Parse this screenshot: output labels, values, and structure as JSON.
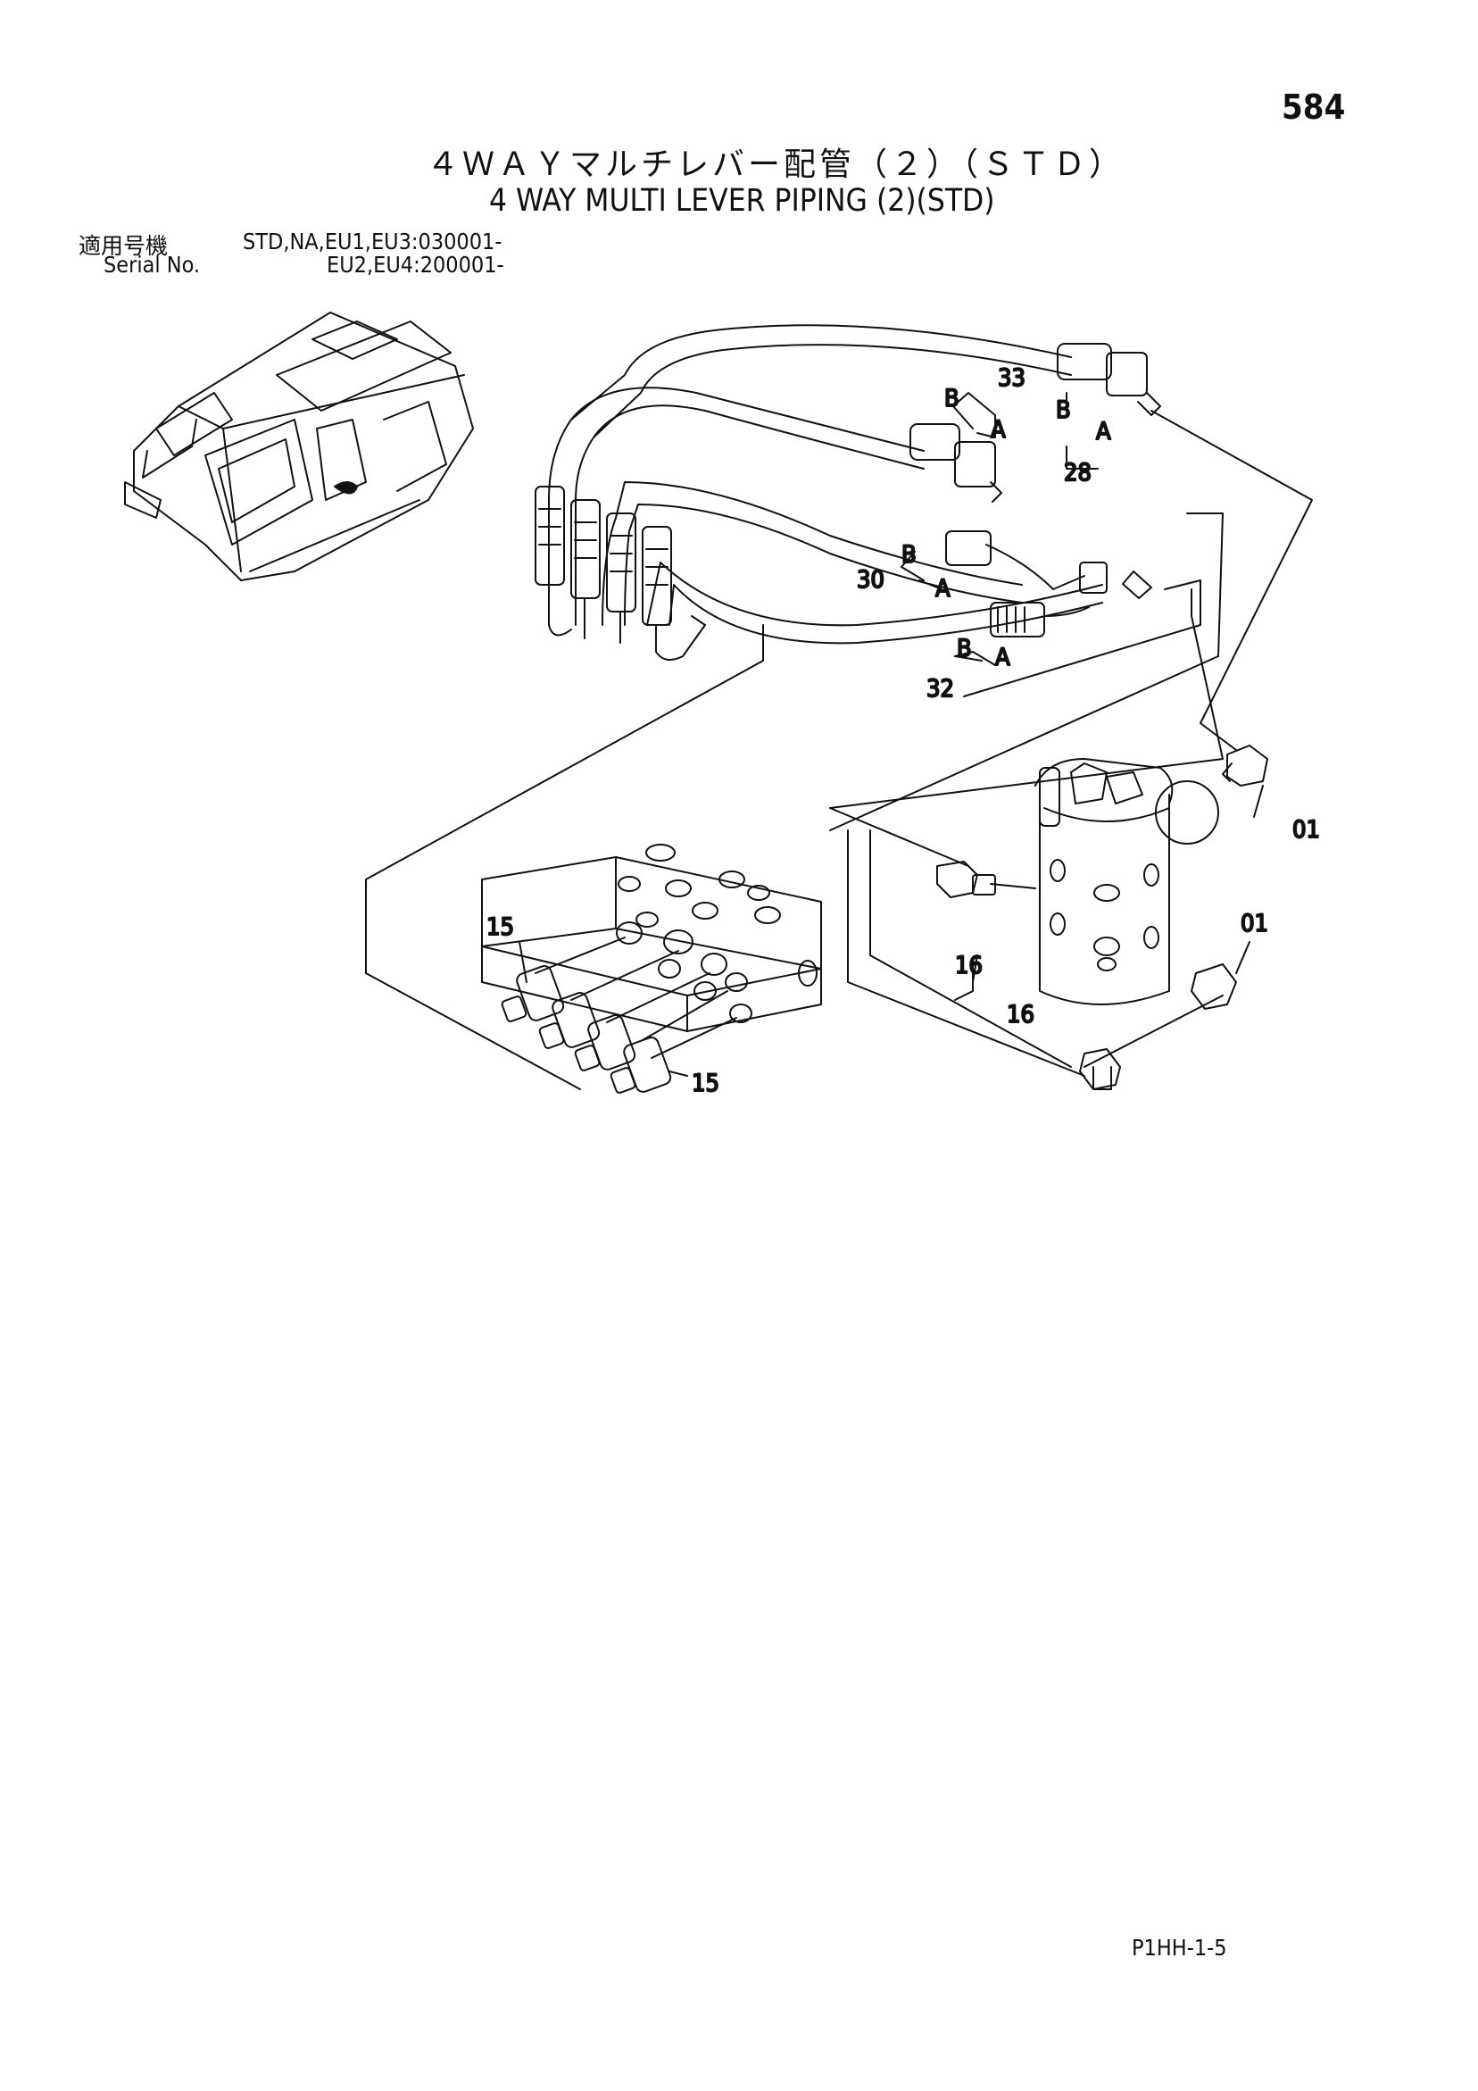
{
  "page_number": "584",
  "title_jp": "４ＷＡＹマルチレバー配管（２）（ＳＴＤ）",
  "title_en": "4 WAY MULTI LEVER PIPING (2)(STD)",
  "serial": {
    "label_jp": "適用号機",
    "label_en": "Serial No.",
    "line1": "STD,NA,EU1,EU3:030001-",
    "line2": "EU2,EU4:200001-"
  },
  "callouts": {
    "p33": "33",
    "p28": "28",
    "p30": "30",
    "p32": "32",
    "p01a": "01",
    "p01b": "01",
    "p15a": "15",
    "p15b": "15",
    "p16a": "16",
    "p16b": "16",
    "end_a": "A",
    "end_b": "B"
  },
  "page_code": "P1HH-1-5"
}
